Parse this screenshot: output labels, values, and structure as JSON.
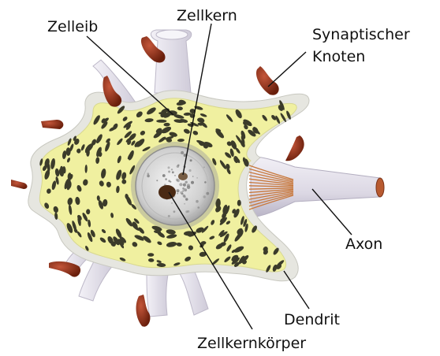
{
  "labels": {
    "zelleib": "Zelleib",
    "zellkern": "Zellkern",
    "synaptischer_line1": "Synaptischer",
    "synaptischer_line2": "Knoten",
    "axon": "Axon",
    "dendrit": "Dendrit",
    "zellkernkoerper": "Zellkernkörper"
  },
  "colors": {
    "cytoplasm": "#f0f0a0",
    "cell_outline": "#dcdcdc",
    "dendrite": "#e8e6ee",
    "dendrite_shade": "#c9c6d3",
    "granules": "#3b3b2a",
    "synaptic_knob": "#8a2e12",
    "nucleus": "#c8c8c8",
    "nucleolus": "#4a2a14",
    "axon_fibers": "#c8783c"
  }
}
